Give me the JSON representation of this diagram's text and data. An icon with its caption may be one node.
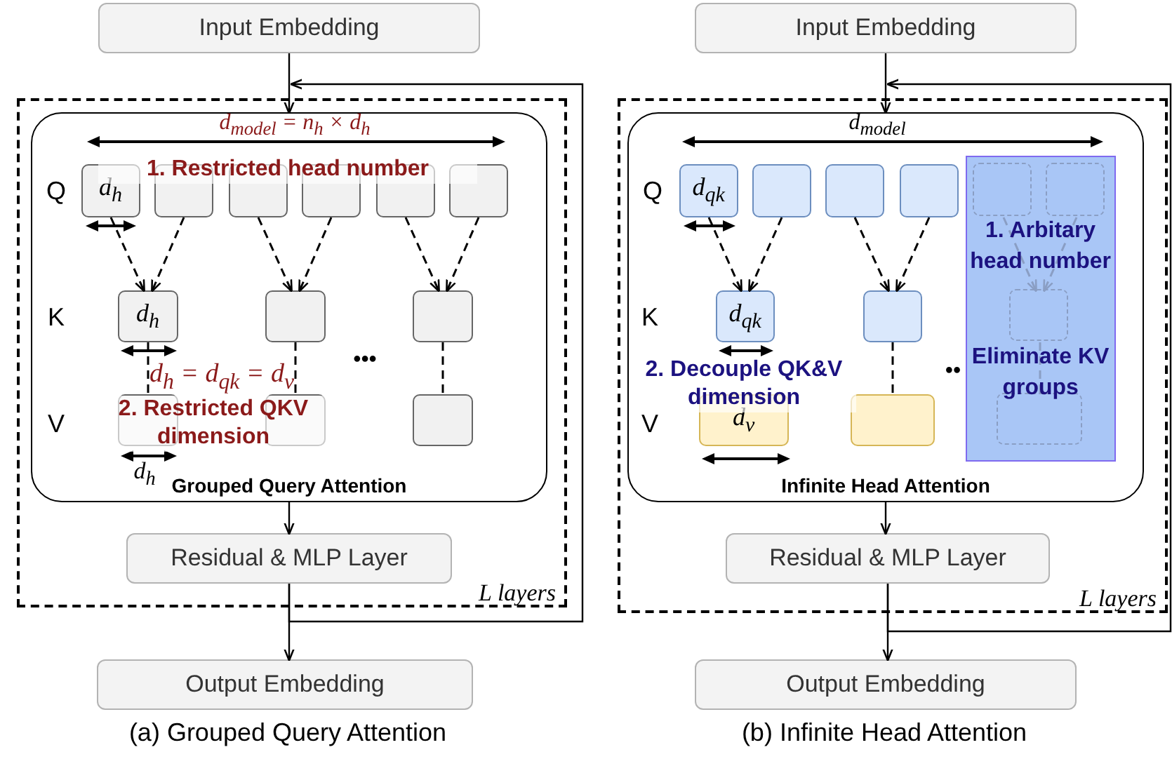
{
  "diagram": {
    "nodes": [
      {
        "text": [
          "Input Embedding"
        ]
      },
      {
        "text": [
          "L layers"
        ]
      },
      {
        "text": [
          "Grouped Query Attention"
        ],
        "in": 1
      },
      {
        "text": [
          "d$_{h}$"
        ],
        "in": 2
      },
      {
        "text": [],
        "shape": "box",
        "in": 2
      },
      {
        "text": [],
        "shape": "box",
        "in": 2
      },
      {
        "text": [],
        "shape": "box",
        "in": 2
      },
      {
        "text": [],
        "shape": "box",
        "in": 2
      },
      {
        "text": [],
        "shape": "box",
        "in": 2
      },
      {
        "text": [
          "d$_{h}$"
        ],
        "in": 2
      },
      {
        "text": [],
        "shape": "box",
        "in": 2
      },
      {
        "text": [],
        "shape": "box",
        "in": 2
      },
      {
        "text": [],
        "shape": "box",
        "in": 2
      },
      {
        "text": [],
        "shape": "box",
        "in": 2
      },
      {
        "text": [],
        "shape": "box",
        "in": 2
      },
      {
        "text": [
          "Residual & MLP Layer"
        ],
        "in": 1
      },
      {
        "text": [
          "Output Embedding"
        ]
      },
      {
        "text": [
          "Input Embedding"
        ]
      },
      {
        "text": [
          "L layers"
        ]
      },
      {
        "text": [
          "Infinite Head Attention"
        ],
        "in": 18
      },
      {
        "text": [
          "d$_{qk}$"
        ],
        "in": 19
      },
      {
        "text": [],
        "shape": "box",
        "in": 19
      },
      {
        "text": [],
        "shape": "box",
        "in": 19
      },
      {
        "text": [],
        "shape": "box",
        "in": 19
      },
      {
        "text": [
          "1. Arbitary head number",
          "Eliminate KV groups"
        ],
        "in": 19
      },
      {
        "text": [],
        "shape": "box",
        "in": 24
      },
      {
        "text": [],
        "shape": "box",
        "in": 24
      },
      {
        "text": [
          "d$_{qk}$"
        ],
        "in": 19
      },
      {
        "text": [],
        "shape": "box",
        "in": 19
      },
      {
        "text": [],
        "shape": "box",
        "in": 24
      },
      {
        "text": [
          "d$_{v}$"
        ],
        "in": 19
      },
      {
        "text": [],
        "shape": "box",
        "in": 19
      },
      {
        "text": [],
        "shape": "box",
        "in": 24
      },
      {
        "text": [
          "Residual & MLP Layer"
        ],
        "in": 18
      },
      {
        "text": [
          "Output Embedding"
        ]
      }
    ],
    "edges": [
      {
        "from": 0,
        "to": 2,
        "arrow": "to"
      },
      {
        "from": 2,
        "to": 15,
        "arrow": "to"
      },
      {
        "from": 15,
        "to": 16,
        "arrow": "to"
      },
      {
        "from": 15,
        "to": 2,
        "arrow": "to"
      },
      {
        "from": 3,
        "to": 9,
        "arrow": "to",
        "style": "dashed"
      },
      {
        "from": 4,
        "to": 9,
        "arrow": "to",
        "style": "dashed"
      },
      {
        "from": 5,
        "to": 10,
        "arrow": "to",
        "style": "dashed"
      },
      {
        "from": 6,
        "to": 10,
        "arrow": "to",
        "style": "dashed"
      },
      {
        "from": 7,
        "to": 11,
        "arrow": "to",
        "style": "dashed"
      },
      {
        "from": 8,
        "to": 11,
        "arrow": "to",
        "style": "dashed"
      },
      {
        "from": 9,
        "to": 12,
        "arrow": "none",
        "style": "dashed"
      },
      {
        "from": 10,
        "to": 13,
        "arrow": "none",
        "style": "dashed"
      },
      {
        "from": 11,
        "to": 14,
        "arrow": "none",
        "style": "dashed"
      },
      {
        "from": 17,
        "to": 19,
        "arrow": "to"
      },
      {
        "from": 19,
        "to": 33,
        "arrow": "to"
      },
      {
        "from": 33,
        "to": 34,
        "arrow": "to"
      },
      {
        "from": 33,
        "to": 19,
        "arrow": "to"
      },
      {
        "from": 20,
        "to": 27,
        "arrow": "to",
        "style": "dashed"
      },
      {
        "from": 21,
        "to": 27,
        "arrow": "to",
        "style": "dashed"
      },
      {
        "from": 22,
        "to": 28,
        "arrow": "to",
        "style": "dashed"
      },
      {
        "from": 23,
        "to": 28,
        "arrow": "to",
        "style": "dashed"
      },
      {
        "from": 28,
        "to": 31,
        "arrow": "none",
        "style": "dashed"
      },
      {
        "from": 25,
        "to": 29,
        "arrow": "to",
        "style": "dashed",
        "color": "#8a9ec4"
      },
      {
        "from": 26,
        "to": 29,
        "arrow": "to",
        "style": "dashed",
        "color": "#8a9ec4"
      },
      {
        "from": 29,
        "to": 32,
        "arrow": "none",
        "style": "dashed",
        "color": "#8a9ec4"
      }
    ],
    "labels": [
      "d$_{model}$ = n$_{h}$ × d$_{h}$",
      "1. Restricted head number",
      "Q",
      "K",
      "•••",
      "d$_{h}$ = d$_{qk}$ = d$_{v}$",
      "2. Restricted QKV dimension",
      "V",
      "d$_{h}$",
      "(a) Grouped Query Attention",
      "d$_{model}$",
      "Q",
      "K",
      "2. Decouple QK&V dimension",
      "V",
      "••",
      "(b) Infinite Head Attention"
    ]
  }
}
